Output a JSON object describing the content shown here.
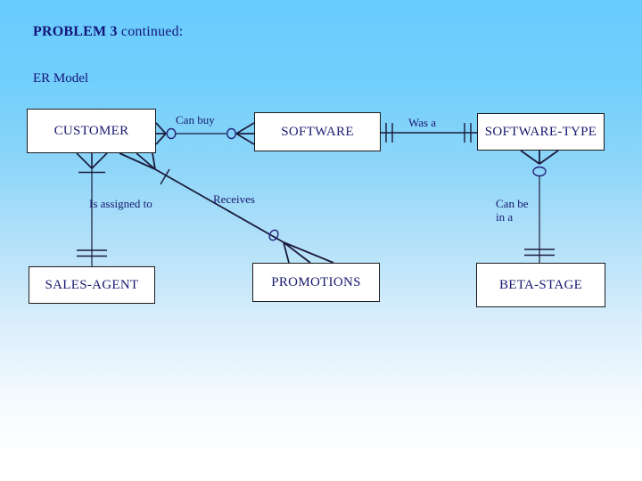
{
  "slide": {
    "title_bold": "PROBLEM 3",
    "title_rest": " continued:",
    "subtitle": "ER Model"
  },
  "diagram": {
    "entities": [
      {
        "id": "customer",
        "label": "CUSTOMER"
      },
      {
        "id": "software",
        "label": "SOFTWARE"
      },
      {
        "id": "software-type",
        "label": "SOFTWARE-TYPE"
      },
      {
        "id": "sales-agent",
        "label": "SALES-AGENT"
      },
      {
        "id": "promotions",
        "label": "PROMOTIONS"
      },
      {
        "id": "beta-stage",
        "label": "BETA-STAGE"
      }
    ],
    "relationships": [
      {
        "label": "Can buy",
        "from": "CUSTOMER",
        "to": "SOFTWARE",
        "from_cardinality": "zero-or-many",
        "to_cardinality": "zero-or-many"
      },
      {
        "label": "Was a",
        "from": "SOFTWARE",
        "to": "SOFTWARE-TYPE",
        "from_cardinality": "exactly-one",
        "to_cardinality": "exactly-one"
      },
      {
        "label": "Is assigned to",
        "from": "CUSTOMER",
        "to": "SALES-AGENT",
        "from_cardinality": "one-or-many",
        "to_cardinality": "exactly-one"
      },
      {
        "label": "Receives",
        "from": "CUSTOMER",
        "to": "PROMOTIONS",
        "from_cardinality": "one-or-many",
        "to_cardinality": "zero-or-many"
      },
      {
        "label": "Can be in a",
        "from": "SOFTWARE-TYPE",
        "to": "BETA-STAGE",
        "from_cardinality": "zero-or-many",
        "to_cardinality": "exactly-one",
        "label_lines": [
          "Can be",
          "in a"
        ]
      }
    ],
    "colors": {
      "text": "#191970",
      "line": "#1b1b3a",
      "oval": "#23237a",
      "box_border": "#1c1c1c",
      "box_fill": "#ffffff",
      "background_top": "#68cbfe",
      "background_bottom": "#ffffff"
    }
  }
}
